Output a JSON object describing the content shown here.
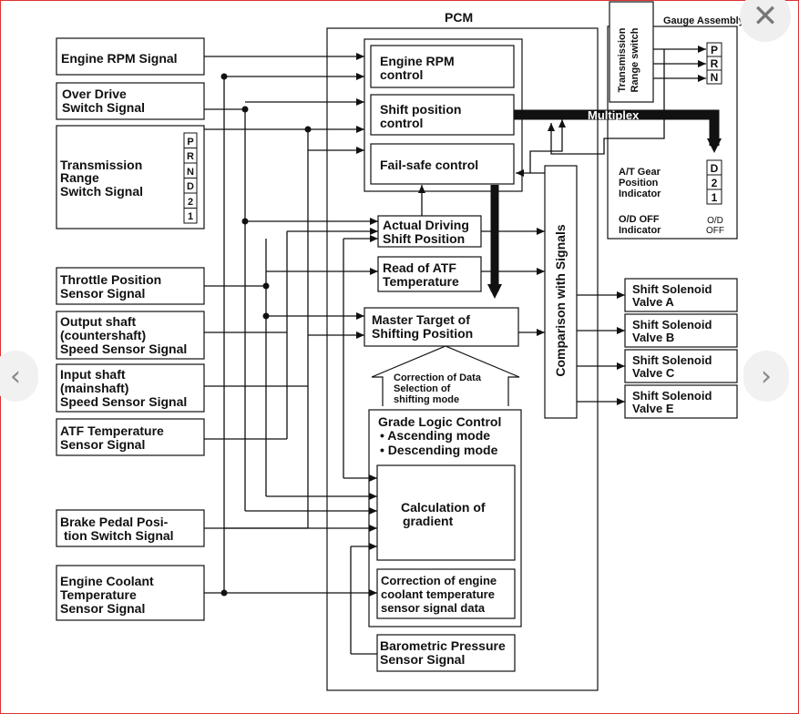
{
  "pcm_title": "PCM",
  "gauge_title": "Gauge Assembly",
  "multiplex": "Multiplex",
  "inputs": {
    "rpm": "Engine RPM Signal",
    "od": [
      "Over Drive",
      "Switch Signal"
    ],
    "trs": [
      "Transmission",
      "Range",
      "Switch Signal"
    ],
    "tps": [
      "Throttle Position",
      "Sensor Signal"
    ],
    "out": [
      "Output shaft",
      "(countershaft)",
      "Speed Sensor Signal"
    ],
    "inp": [
      "Input shaft",
      "(mainshaft)",
      "Speed Sensor Signal"
    ],
    "atf": [
      "ATF Temperature",
      "Sensor Signal"
    ],
    "brake": [
      "Brake Pedal Posi-",
      "tion Switch Signal"
    ],
    "ect": [
      "Engine Coolant",
      "Temperature",
      "Sensor Signal"
    ]
  },
  "trs_letters": [
    "P",
    "R",
    "N",
    "D",
    "2",
    "1"
  ],
  "pcm_blocks": {
    "rpm_ctrl": [
      "Engine RPM",
      "control"
    ],
    "shift_ctrl": [
      "Shift position",
      "control"
    ],
    "failsafe": "Fail-safe control",
    "actual": [
      "Actual Driving",
      "Shift Position"
    ],
    "atf_read": [
      "Read of ATF",
      "Temperature"
    ],
    "master": [
      "Master Target of",
      "Shifting Position"
    ],
    "correction": [
      "Correction of Data",
      "Selection of",
      "shifting mode"
    ],
    "grade": [
      "Grade Logic Control",
      "• Ascending mode",
      "• Descending mode"
    ],
    "gradient": [
      "Calculation of",
      "gradient"
    ],
    "ect_corr": [
      "Correction of engine",
      "coolant temperature",
      "sensor signal data"
    ],
    "baro": [
      "Barometric Pressure",
      "Sensor Signal"
    ],
    "compare": "Comparison with Signals"
  },
  "gauge": {
    "range_switch": [
      "Transmission",
      "Range switch"
    ],
    "prn": [
      "P",
      "R",
      "N"
    ],
    "gear_indicator": [
      "A/T Gear",
      "Position",
      "Indicator"
    ],
    "gear_letters": [
      "D",
      "2",
      "1"
    ],
    "od_indicator": [
      "O/D OFF",
      "Indicator"
    ],
    "od_lamp": [
      "O/D",
      "OFF"
    ]
  },
  "outputs": [
    [
      "Shift Solenoid",
      "Valve A"
    ],
    [
      "Shift Solenoid",
      "Valve B"
    ],
    [
      "Shift Solenoid",
      "Valve C"
    ],
    [
      "Shift Solenoid",
      "Valve E"
    ]
  ],
  "nav": {
    "prev": "‹",
    "next": "›",
    "close": "✕"
  }
}
